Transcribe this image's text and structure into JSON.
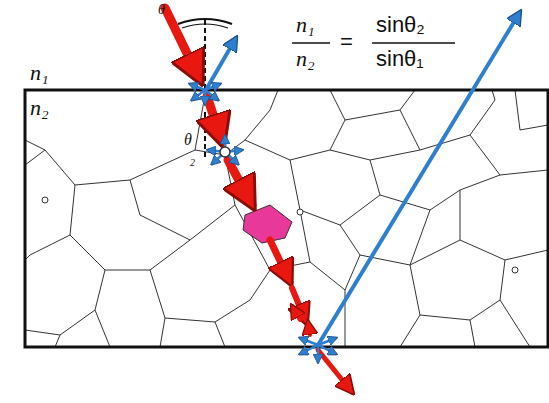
{
  "diagram": {
    "labels": [
      "θ",
      "n₁",
      "n₂",
      "θ",
      "2",
      "n₁",
      "n₂",
      "=",
      "sinθ₂",
      "sinθ₁"
    ]
  }
}
